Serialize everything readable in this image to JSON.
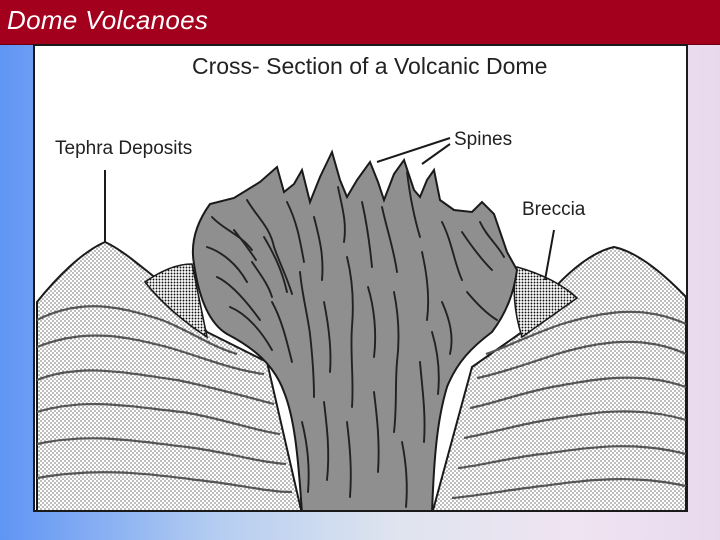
{
  "slide": {
    "title": "Dome Volcanoes"
  },
  "diagram": {
    "heading": "Cross- Section of a Volcanic Dome",
    "labels": {
      "tephra": "Tephra Deposits",
      "spines": "Spines",
      "breccia": "Breccia"
    },
    "colors": {
      "title_bar": "#a3001e",
      "dome_fill": "#8f8f8f",
      "outline": "#1a1a1a",
      "layer_line": "#555555"
    }
  }
}
